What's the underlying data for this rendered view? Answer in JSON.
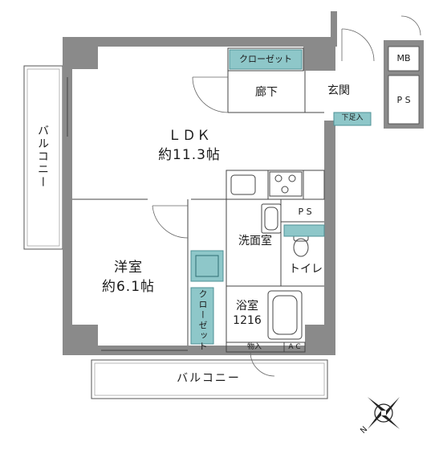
{
  "rooms": {
    "ldk": {
      "name": "ＬＤＫ",
      "size": "約11.3帖"
    },
    "yoshitsu": {
      "name": "洋室",
      "size": "約6.1帖"
    },
    "rouka": "廊下",
    "genkan": "玄関",
    "senmen": "洗面室",
    "toilet": "トイレ",
    "yokushitsu": {
      "name": "浴室",
      "size": "1216"
    }
  },
  "storage": {
    "closet_top": "クローゼット",
    "closet_bedroom": "クローゼット",
    "getabako": "下足入",
    "mb": "MB",
    "ps_top": "P S",
    "ps_mid": "P S",
    "monoire": "物入",
    "ac": "A C"
  },
  "balcony": {
    "west": "バルコニー",
    "south": "バルコニー"
  },
  "compass": {
    "north": "N"
  },
  "colors": {
    "wall": "#8a8a8a",
    "closet_fill": "#8ec7c9",
    "closet_border": "#4f9296",
    "line": "#444444"
  }
}
